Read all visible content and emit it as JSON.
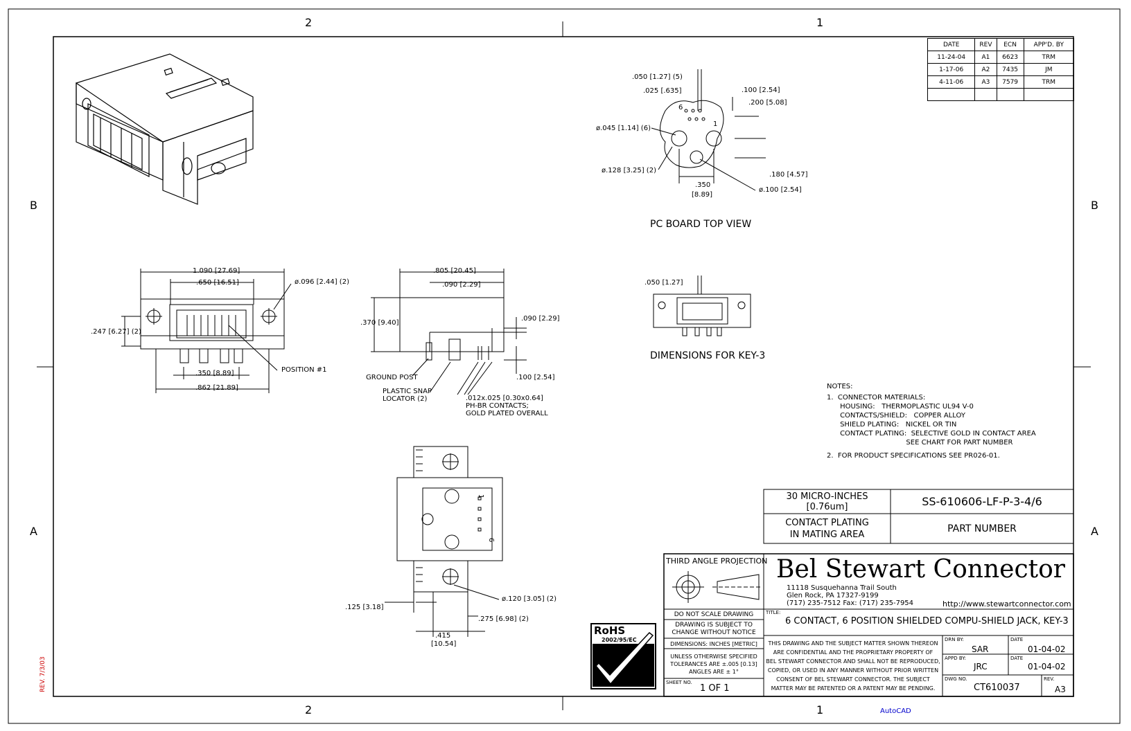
{
  "zones": {
    "top_left": "2",
    "top_right": "1",
    "bottom_left": "2",
    "bottom_right": "1",
    "row_b_left": "B",
    "row_b_right": "B",
    "row_a_left": "A",
    "row_a_right": "A"
  },
  "revision_table": {
    "headers": [
      "DATE",
      "REV",
      "ECN",
      "APP'D. BY"
    ],
    "rows": [
      [
        "11-24-04",
        "A1",
        "6623",
        "TRM"
      ],
      [
        "1-17-06",
        "A2",
        "7435",
        "JM"
      ],
      [
        "4-11-06",
        "A3",
        "7579",
        "TRM"
      ],
      [
        "",
        "",
        "",
        ""
      ]
    ]
  },
  "pcb_view": {
    "title": "PC BOARD TOP VIEW",
    "dims": [
      ".050 [1.27] (5)",
      ".025 [.635]",
      ".100 [2.54]",
      ".200 [5.08]",
      "ø.045 [1.14] (6)",
      "ø.128 [3.25] (2)",
      ".180 [4.57]",
      "ø.100 [2.54]",
      ".350",
      "[8.89]",
      "6",
      "1"
    ]
  },
  "front_view": {
    "dims": [
      "1.090 [27.69]",
      ".650 [16.51]",
      "ø.096 [2.44] (2)",
      ".247 [6.27] (2)",
      ".350 [8.89]",
      ".862 [21.89]",
      "POSITION #1"
    ]
  },
  "side_view": {
    "dims": [
      ".805 [20.45]",
      ".090 [2.29]",
      ".370 [9.40]",
      ".090 [2.29]",
      ".100 [2.54]",
      "GROUND POST",
      "PLASTIC SNAP",
      "LOCATOR (2)",
      ".012x.025 [0.30x0.64]",
      "PH-BR CONTACTS;",
      "GOLD PLATED OVERALL"
    ]
  },
  "key3_view": {
    "title": "DIMENSIONS FOR KEY-3",
    "dims": [
      ".050 [1.27]"
    ]
  },
  "bottom_view": {
    "dims": [
      "ø.120 [3.05] (2)",
      ".125 [3.18]",
      ".275 [6.98] (2)",
      ".415",
      "[10.54]",
      "1",
      "6"
    ]
  },
  "notes": {
    "heading": "NOTES:",
    "lines": [
      "1.  CONNECTOR MATERIALS:",
      "      HOUSING:   THERMOPLASTIC UL94 V-0",
      "      CONTACTS/SHIELD:   COPPER ALLOY",
      "      SHIELD PLATING:   NICKEL OR TIN",
      "      CONTACT PLATING:  SELECTIVE GOLD IN CONTACT AREA",
      "                                    SEE CHART FOR PART NUMBER",
      "",
      "2.  FOR PRODUCT SPECIFICATIONS SEE PR026-01."
    ]
  },
  "plating_chart": {
    "plating_value": "30 MICRO-INCHES [0.76um]",
    "part_number_value": "SS-610606-LF-P-3-4/6",
    "plating_header": "CONTACT PLATING\nIN MATING AREA",
    "part_header": "PART NUMBER"
  },
  "title_block": {
    "projection": "THIRD ANGLE PROJECTION",
    "company": "Bel Stewart Connector",
    "address1": "11118 Susquehanna Trail South",
    "address2": "Glen Rock, PA  17327-9199",
    "phone": "(717) 235-7512  Fax: (717) 235-7954",
    "website": "http://www.stewartconnector.com",
    "no_scale": "DO NOT SCALE DRAWING",
    "subject_change": "DRAWING IS SUBJECT TO\nCHANGE WITHOUT NOTICE",
    "dimensions": "DIMENSIONS: INCHES [METRIC]",
    "tolerances": "UNLESS OTHERWISE SPECIFIED\nTOLERANCES ARE ±.005 [0.13]\nANGLES ARE ± 1°",
    "sheet_label": "SHEET NO.",
    "sheet": "1 OF 1",
    "title_label": "TITLE:",
    "title": "6 CONTACT, 6 POSITION SHIELDED COMPU-SHIELD JACK, KEY-3",
    "confidential": "THIS DRAWING AND THE SUBJECT MATTER SHOWN THEREON\nARE CONFIDENTIAL AND THE PROPRIETARY PROPERTY OF\nBEL STEWART CONNECTOR AND SHALL NOT BE REPRODUCED,\nCOPIED, OR USED IN ANY MANNER WITHOUT PRIOR WRITTEN\nCONSENT OF BEL STEWART CONNECTOR.  THE SUBJECT\nMATTER MAY BE PATENTED OR A PATENT MAY BE PENDING.",
    "drn_label": "DRN BY:",
    "drn": "SAR",
    "appd_label": "APPD BY:",
    "appd": "JRC",
    "date_label": "DATE",
    "date1": "01-04-02",
    "date2": "01-04-02",
    "dwg_label": "DWG NO.",
    "dwg": "CT610037",
    "rev_label": "REV.",
    "rev": "A3"
  },
  "rohs": {
    "title": "RoHS",
    "directive": "2002/95/EC"
  },
  "side_margin": "REV. 7/3/03",
  "footer": "AutoCAD",
  "colors": {
    "ink": "#000000",
    "margin_red": "#cc0000",
    "footer_blue": "#0000cc"
  }
}
